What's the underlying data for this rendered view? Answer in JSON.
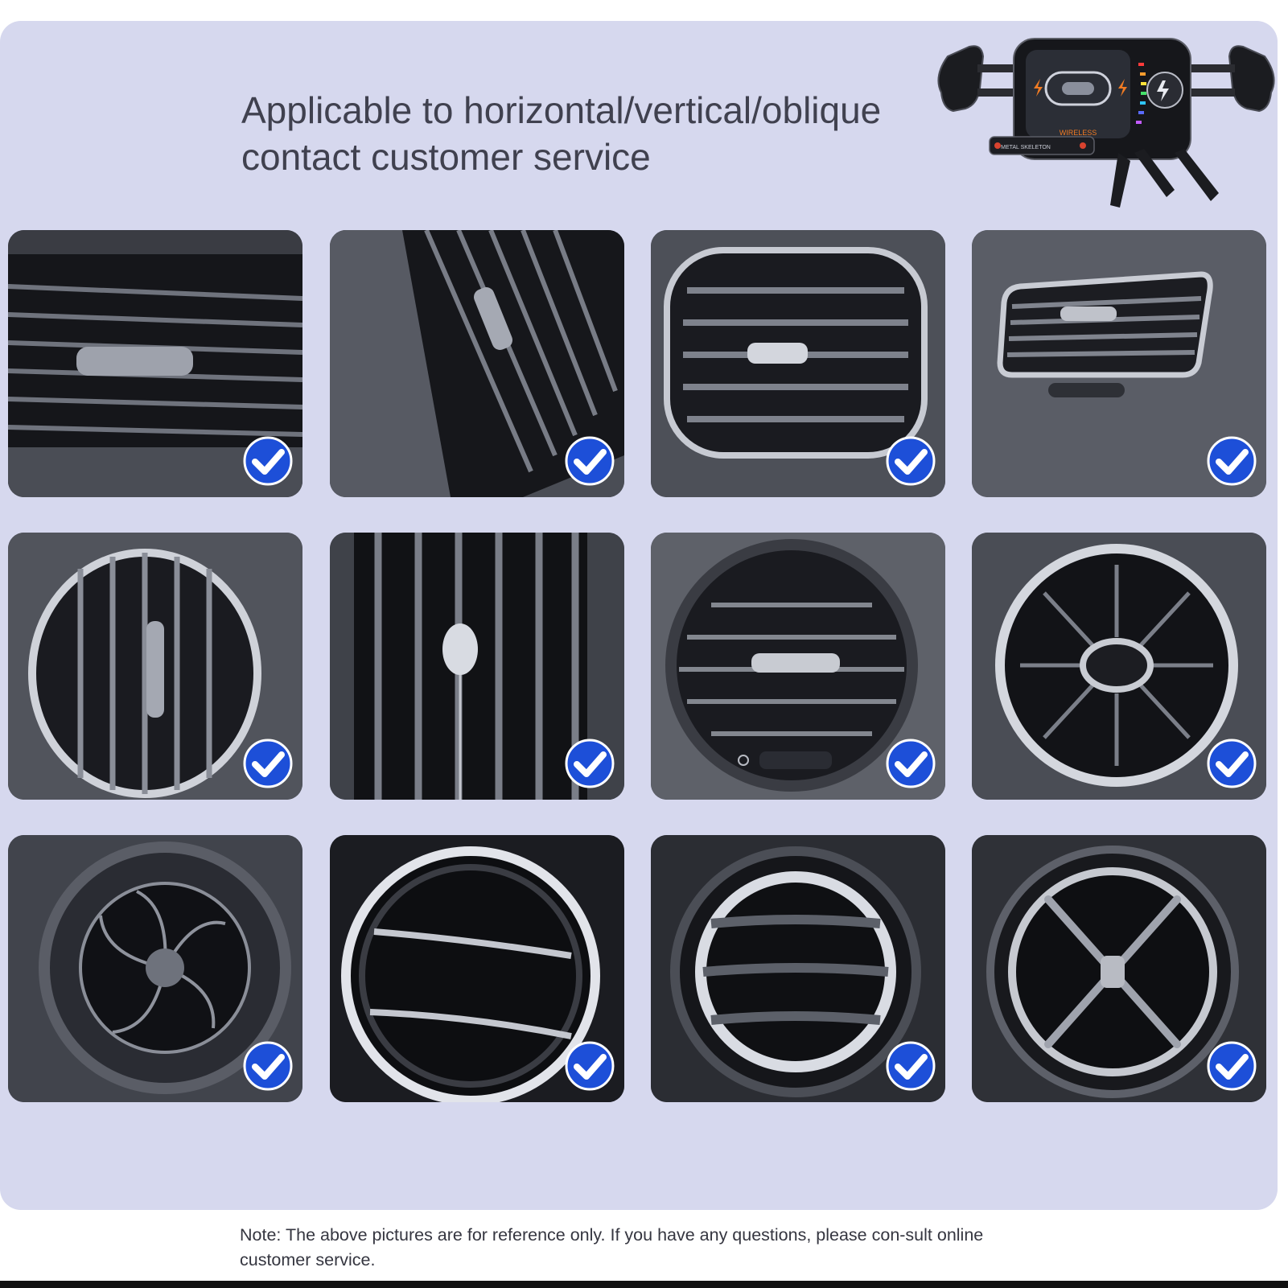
{
  "header": {
    "line1": "Applicable to horizontal/vertical/oblique",
    "line2": "contact customer service"
  },
  "product": {
    "label_top": "WIRELESS",
    "label_bottom": "METAL SKELETON"
  },
  "vent_grid": {
    "rows": 3,
    "columns": 4,
    "tiles": [
      {
        "type": "horizontal-slat",
        "supported": true
      },
      {
        "type": "vertical-oblique-slat",
        "supported": true
      },
      {
        "type": "oval-slat",
        "supported": true
      },
      {
        "type": "trapezoid-slat",
        "supported": true
      },
      {
        "type": "round-vertical-slat",
        "supported": true
      },
      {
        "type": "vertical-slat-crystal",
        "supported": true
      },
      {
        "type": "round-horizontal-slat",
        "supported": true
      },
      {
        "type": "turbine-round",
        "supported": true
      },
      {
        "type": "fan-round",
        "supported": true
      },
      {
        "type": "round-curved-slat",
        "supported": true
      },
      {
        "type": "round-chrome-ring",
        "supported": true
      },
      {
        "type": "round-x-cross",
        "supported": true
      }
    ]
  },
  "colors": {
    "panel_bg": "#d6d8ee",
    "check_blue": "#1d4fd8"
  },
  "footer": {
    "note": "Note: The above pictures are for reference only. If you have any questions, please con-sult online customer service."
  }
}
